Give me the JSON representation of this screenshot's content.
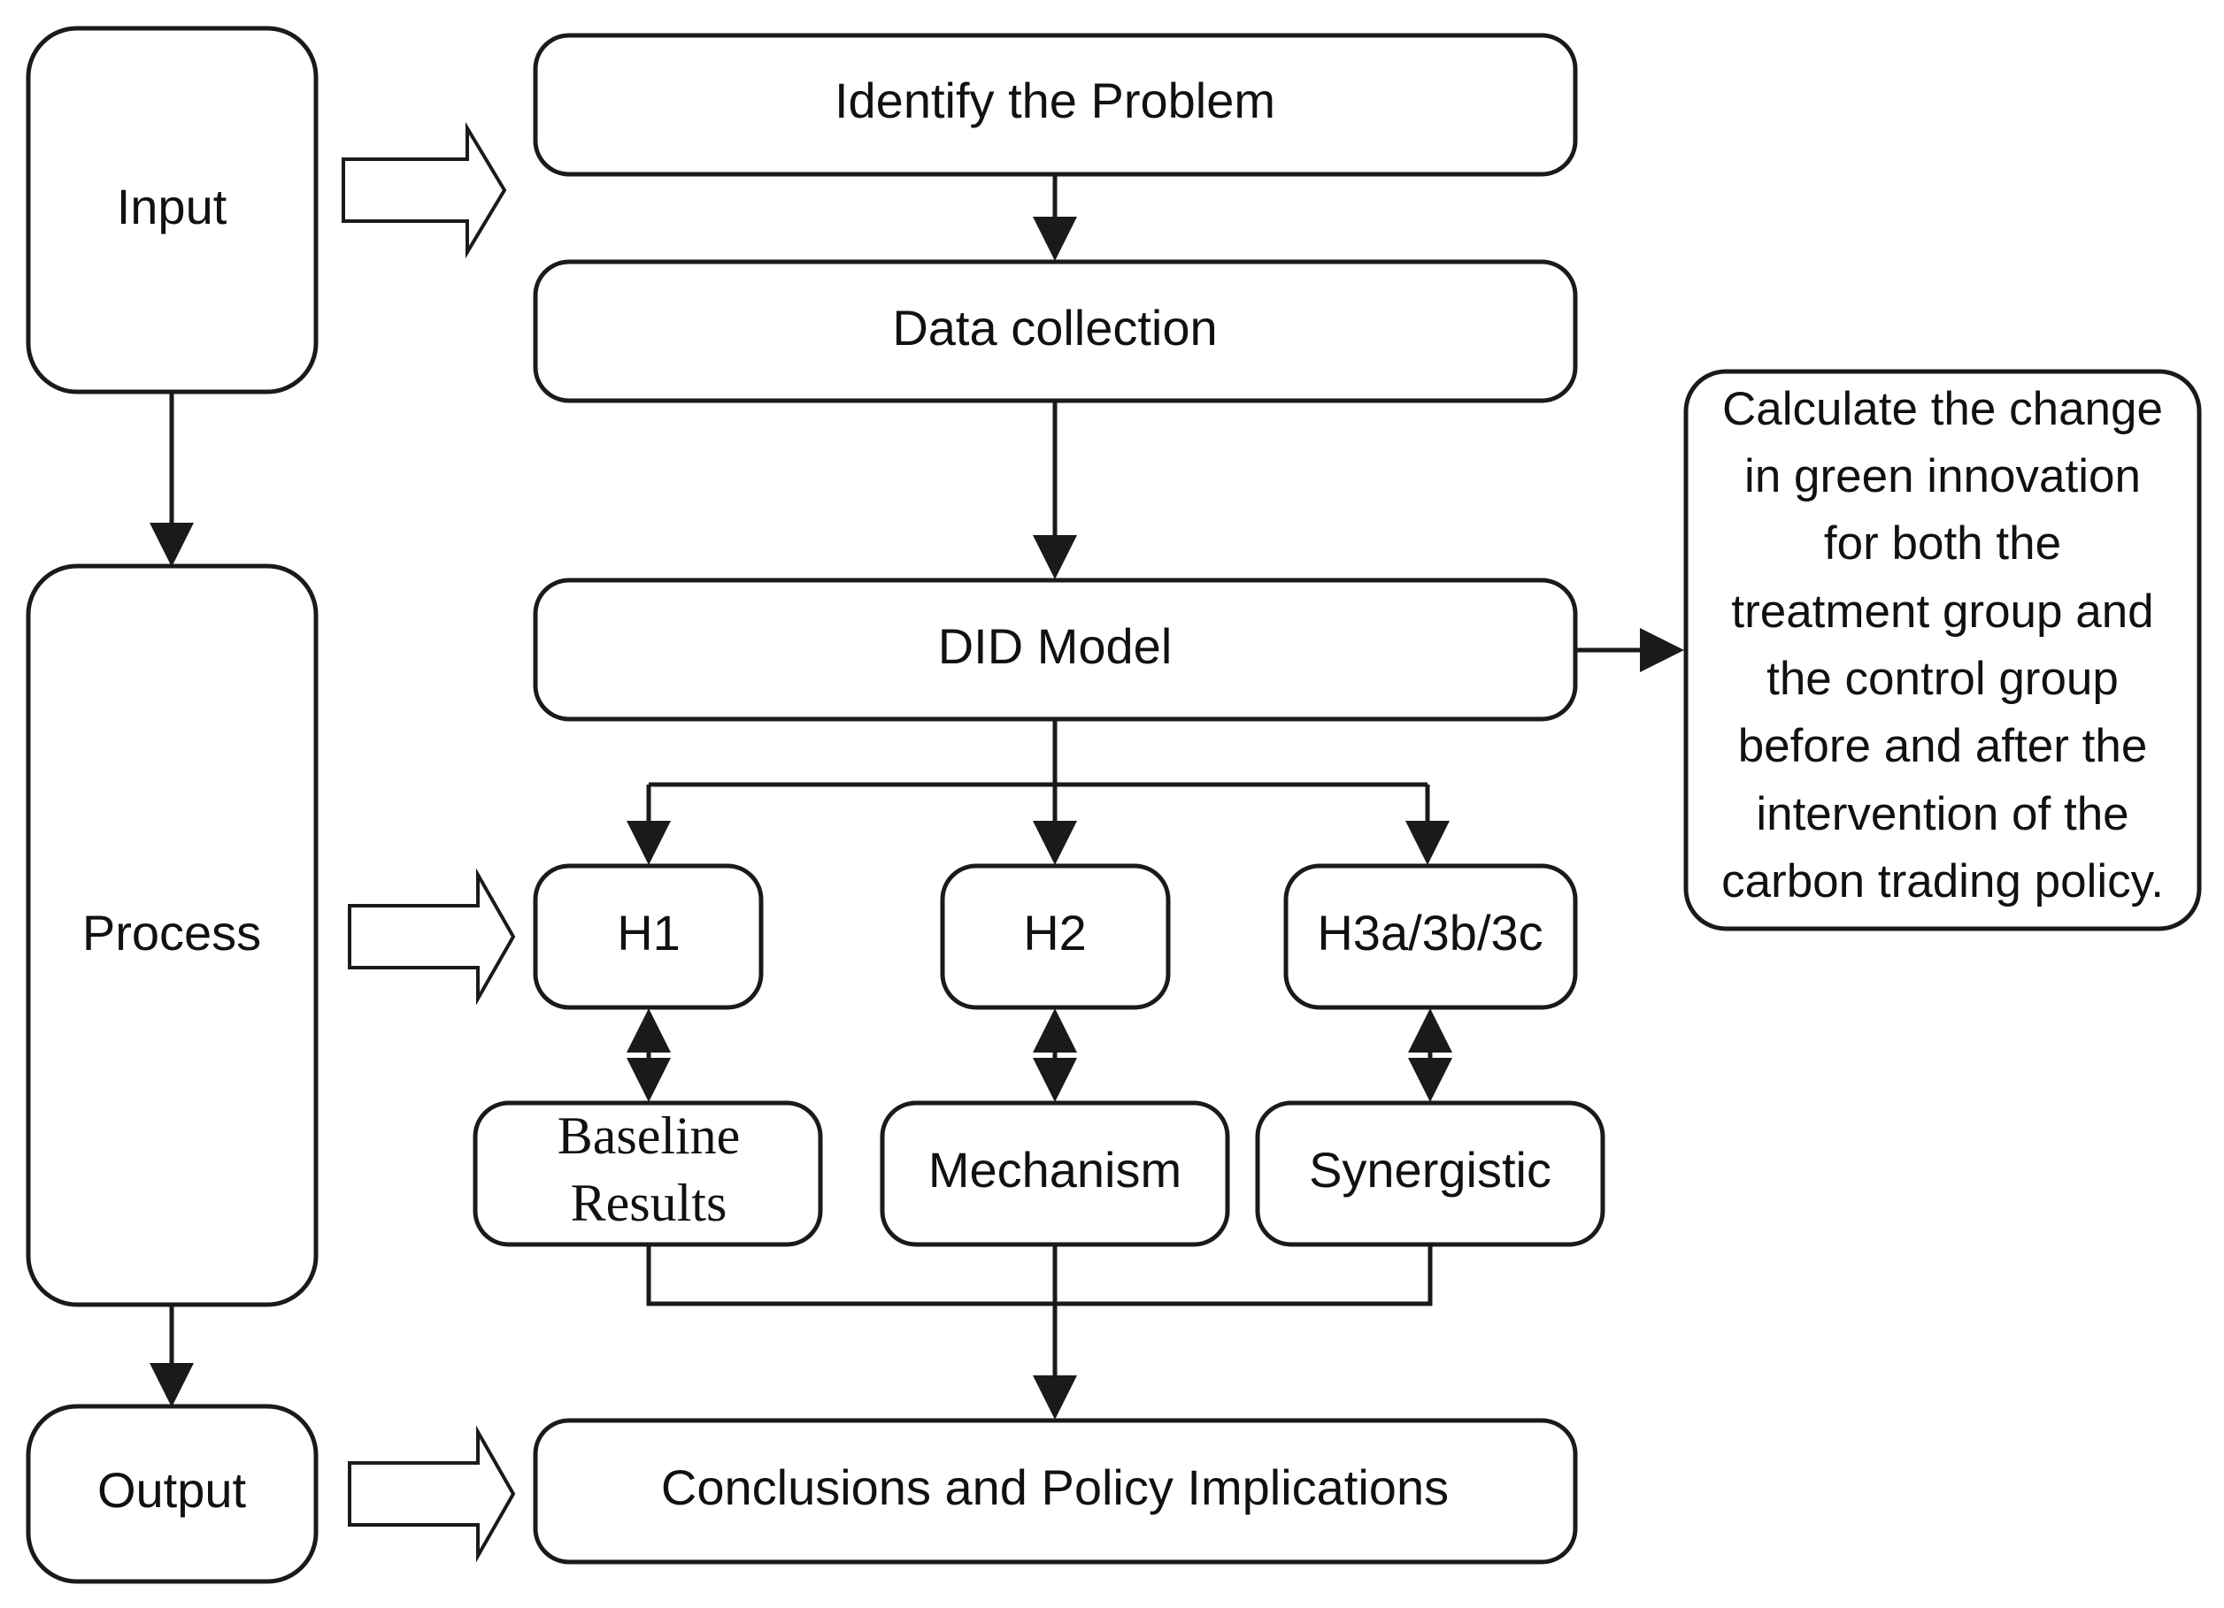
{
  "stages": {
    "input": "Input",
    "process": "Process",
    "output": "Output"
  },
  "steps": {
    "identify": "Identify the Problem",
    "data_collection": "Data collection",
    "did_model": "DID Model",
    "conclusions": "Conclusions and Policy Implications"
  },
  "hypotheses": [
    {
      "label": "H1",
      "result_lines": [
        "Baseline",
        "Results"
      ]
    },
    {
      "label": "H2",
      "result_lines": [
        "Mechanism"
      ]
    },
    {
      "label": "H3a/3b/3c",
      "result_lines": [
        "Synergistic"
      ]
    }
  ],
  "note": {
    "lines": [
      "Calculate the change",
      "in green innovation",
      "for both the",
      "treatment group  and",
      "the control group",
      "before and after the",
      "intervention of the",
      "carbon trading policy."
    ]
  }
}
